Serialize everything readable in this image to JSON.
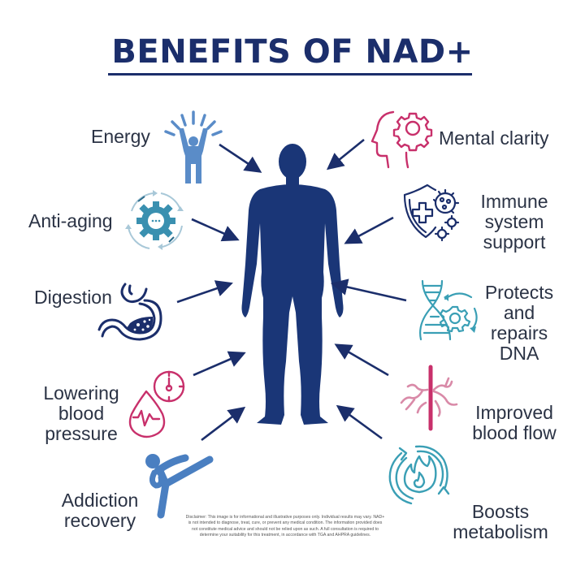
{
  "title": "BENEFITS OF NAD+",
  "colors": {
    "navy": "#1b2e6b",
    "body": "#1a3677",
    "blue": "#4a7fc1",
    "teal": "#3a9fb5",
    "magenta": "#c8306b",
    "label_text": "#2b3345"
  },
  "benefits_left": [
    {
      "label": "Energy",
      "icon": "person-energy-icon"
    },
    {
      "label": "Anti-aging",
      "icon": "gear-cycle-icon"
    },
    {
      "label": "Digestion",
      "icon": "stomach-icon"
    },
    {
      "label_lines": [
        "Lowering",
        "blood",
        "pressure"
      ],
      "icon": "blood-drop-gauge-icon"
    },
    {
      "label_lines": [
        "Addiction",
        "recovery"
      ],
      "icon": "martial-arts-kick-icon"
    }
  ],
  "benefits_right": [
    {
      "label": "Mental clarity",
      "icon": "head-gear-icon"
    },
    {
      "label_lines": [
        "Immune",
        "system",
        "support"
      ],
      "icon": "shield-virus-icon"
    },
    {
      "label_lines": [
        "Protects",
        "and",
        "repairs",
        "DNA"
      ],
      "icon": "dna-gear-icon"
    },
    {
      "label_lines": [
        "Improved",
        "blood flow"
      ],
      "icon": "blood-vessel-icon"
    },
    {
      "label_lines": [
        "Boosts",
        "metabolism"
      ],
      "icon": "flame-cycle-icon"
    }
  ],
  "center_figure": "human-body-silhouette",
  "disclaimer": "Disclaimer: This image is for informational and illustrative purposes only. Individual results may vary. NAD+ is not intended to diagnose, treat, cure, or prevent any medical condition. The information provided does not constitute medical advice and should not be relied upon as such. A full consultation is required to determine your suitability for this treatment, in accordance with TGA and AHPRA guidelines."
}
